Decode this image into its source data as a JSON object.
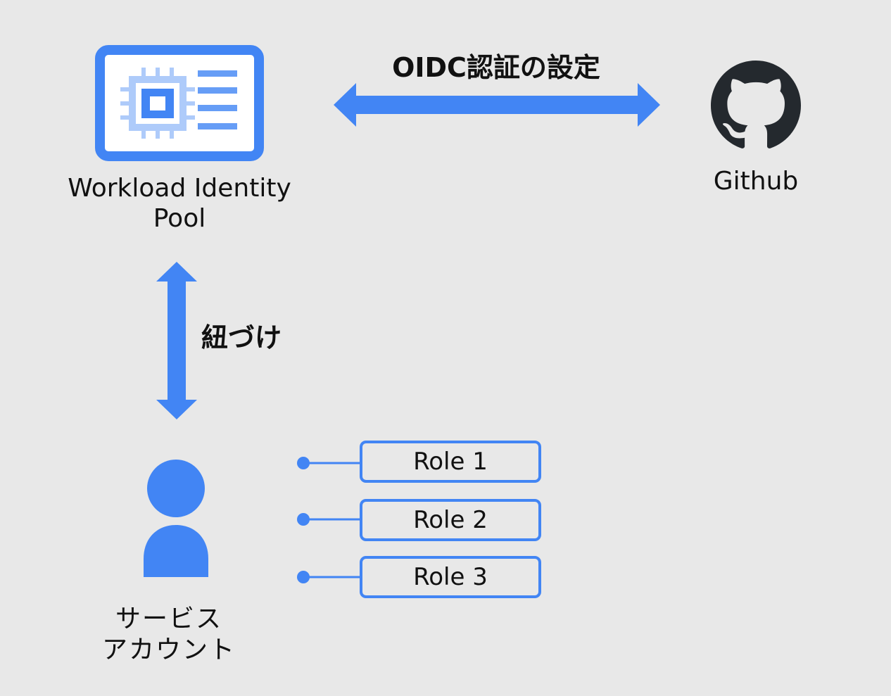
{
  "colors": {
    "accent": "#4285f4",
    "accent_light": "#aecbfa",
    "accent_mid": "#669df6",
    "github_dark": "#24292e",
    "background": "#e8e8e8"
  },
  "nodes": {
    "workload_identity_pool": {
      "icon": "workload-identity-pool-icon",
      "label_lines": [
        "Workload Identity",
        "Pool"
      ]
    },
    "github": {
      "icon": "github-icon",
      "label": "Github"
    },
    "service_account": {
      "icon": "person-icon",
      "label_lines": [
        "サービス",
        "アカウント"
      ]
    }
  },
  "edges": {
    "oidc": {
      "label": "OIDC認証の設定"
    },
    "binding": {
      "label": "紐づけ"
    }
  },
  "roles": [
    "Role 1",
    "Role 2",
    "Role 3"
  ]
}
